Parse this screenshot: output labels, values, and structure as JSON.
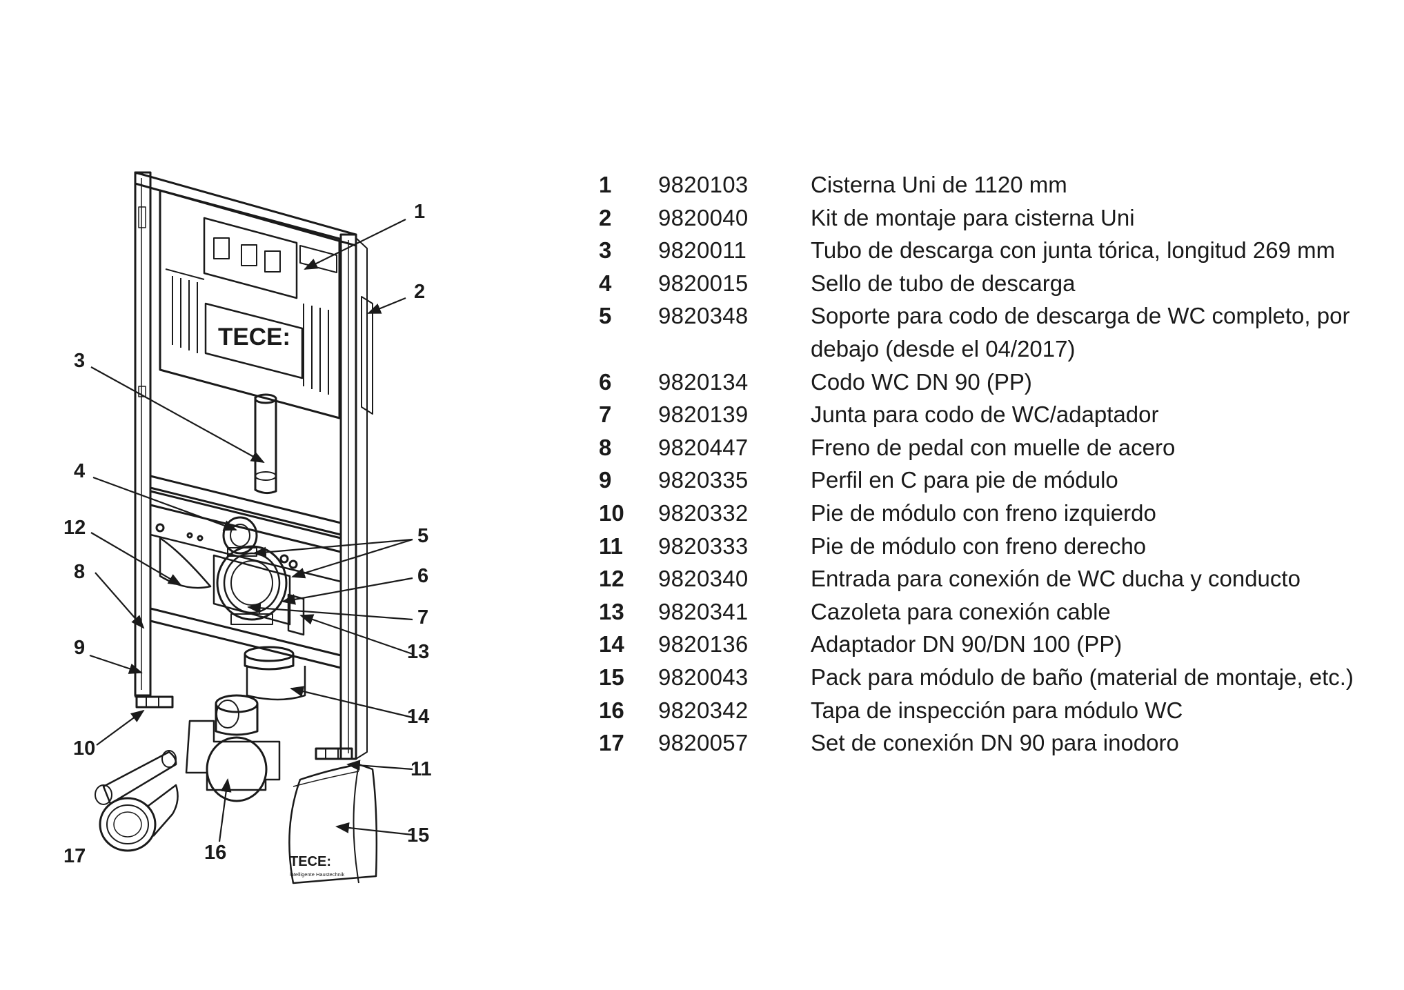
{
  "diagram": {
    "logo_panel": "TECE:",
    "logo_bag": "TECE:",
    "bag_tagline": "intelligente Haustechnik",
    "callouts": [
      "1",
      "2",
      "3",
      "4",
      "5",
      "6",
      "7",
      "8",
      "9",
      "10",
      "11",
      "12",
      "13",
      "14",
      "15",
      "16",
      "17"
    ]
  },
  "parts": [
    {
      "pos": "1",
      "code": "9820103",
      "desc": "Cisterna Uni de 1120 mm"
    },
    {
      "pos": "2",
      "code": "9820040",
      "desc": "Kit de montaje para cisterna Uni"
    },
    {
      "pos": "3",
      "code": "9820011",
      "desc": "Tubo de descarga con junta tórica, longitud 269 mm"
    },
    {
      "pos": "4",
      "code": "9820015",
      "desc": "Sello de tubo de descarga"
    },
    {
      "pos": "5",
      "code": "9820348",
      "desc": "Soporte para codo de descarga de WC completo, por debajo (desde el 04/2017)"
    },
    {
      "pos": "6",
      "code": "9820134",
      "desc": "Codo WC DN 90 (PP)"
    },
    {
      "pos": "7",
      "code": "9820139",
      "desc": "Junta para codo de WC/adaptador"
    },
    {
      "pos": "8",
      "code": "9820447",
      "desc": "Freno de pedal con muelle de acero"
    },
    {
      "pos": "9",
      "code": "9820335",
      "desc": "Perfil en C para pie de módulo"
    },
    {
      "pos": "10",
      "code": "9820332",
      "desc": "Pie de módulo con freno izquierdo"
    },
    {
      "pos": "11",
      "code": "9820333",
      "desc": "Pie de módulo con freno derecho"
    },
    {
      "pos": "12",
      "code": "9820340",
      "desc": "Entrada para conexión de WC ducha y conducto"
    },
    {
      "pos": "13",
      "code": "9820341",
      "desc": "Cazoleta para conexión cable"
    },
    {
      "pos": "14",
      "code": "9820136",
      "desc": "Adaptador DN 90/DN 100 (PP)"
    },
    {
      "pos": "15",
      "code": "9820043",
      "desc": "Pack para módulo de baño (material de montaje, etc.)"
    },
    {
      "pos": "16",
      "code": "9820342",
      "desc": "Tapa de inspección para módulo WC"
    },
    {
      "pos": "17",
      "code": "9820057",
      "desc": "Set de conexión DN 90 para inodoro"
    }
  ]
}
